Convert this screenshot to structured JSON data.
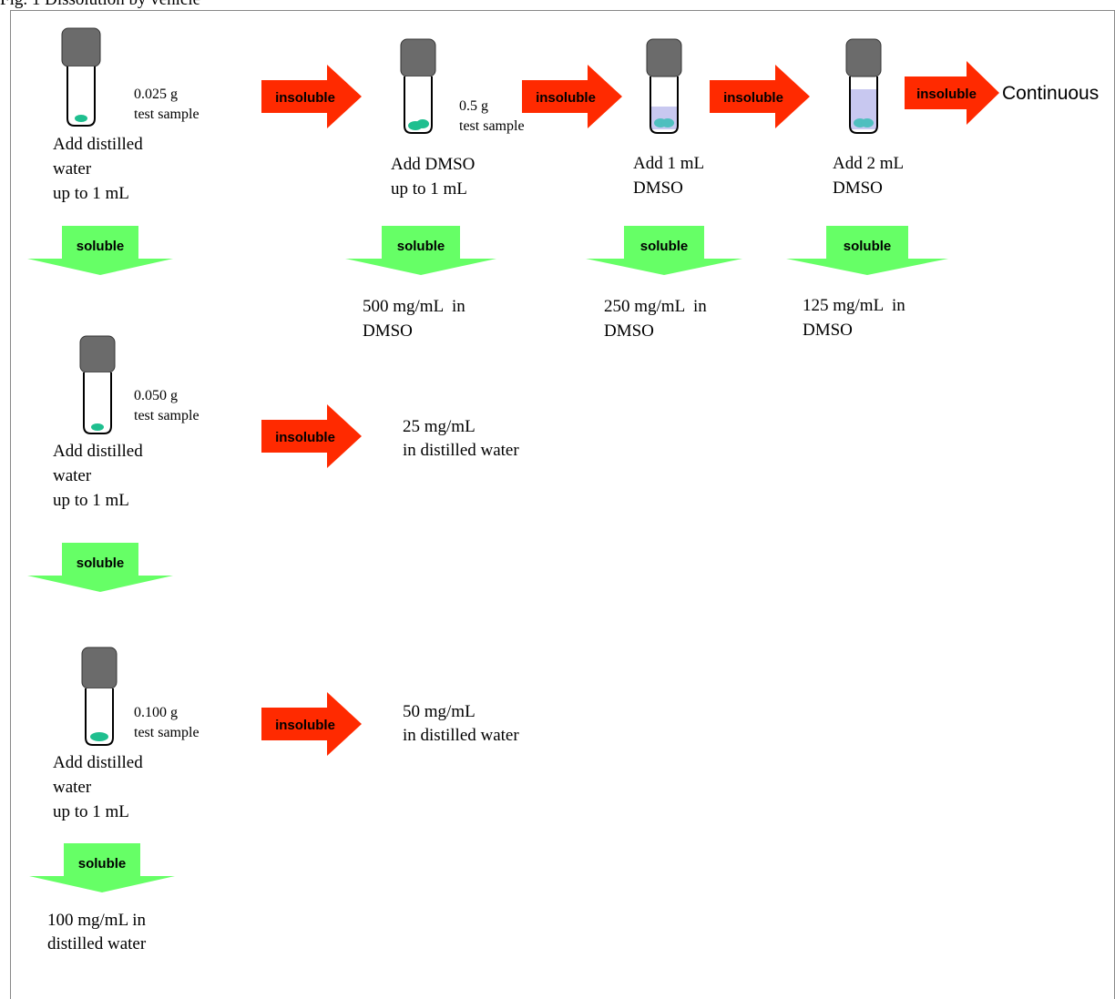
{
  "figure": {
    "caption": "Fig. 1 Dissolution by vehicle"
  },
  "colors": {
    "insoluble": "#ff2a00",
    "soluble": "#66ff66",
    "cap": "#6b6b6b",
    "sample": "#1fbf8f",
    "dmso_liquid": "#c8c8f0"
  },
  "labels": {
    "insoluble": "insoluble",
    "soluble": "soluble"
  },
  "steps": {
    "s1": {
      "amount": "0.025 g",
      "amount_sub": "test sample",
      "action": [
        "Add distilled",
        "water",
        "up to 1 mL"
      ]
    },
    "s2": {
      "amount": "0.050 g",
      "amount_sub": "test sample",
      "action": [
        "Add distilled",
        "water",
        "up to 1 mL"
      ]
    },
    "s3": {
      "amount": "0.100 g",
      "amount_sub": "test sample",
      "action": [
        "Add distilled",
        "water",
        "up to 1 mL"
      ]
    },
    "d1": {
      "amount": "0.5 g",
      "amount_sub": "test sample",
      "action": [
        "Add DMSO",
        "up to 1 mL"
      ]
    },
    "d2": {
      "action": [
        "Add 1 mL",
        "DMSO"
      ]
    },
    "d3": {
      "action": [
        "Add 2 mL",
        "DMSO"
      ]
    }
  },
  "results": {
    "water_25": [
      "25 mg/mL",
      "in distilled water"
    ],
    "water_50": [
      "50 mg/mL",
      "in distilled water"
    ],
    "water_100": [
      "100 mg/mL in",
      "distilled water"
    ],
    "dmso_500": [
      "500 mg/mL  in",
      "DMSO"
    ],
    "dmso_250": [
      "250 mg/mL  in",
      "DMSO"
    ],
    "dmso_125": [
      "125 mg/mL  in",
      "DMSO"
    ],
    "continuous": "Continuous"
  }
}
